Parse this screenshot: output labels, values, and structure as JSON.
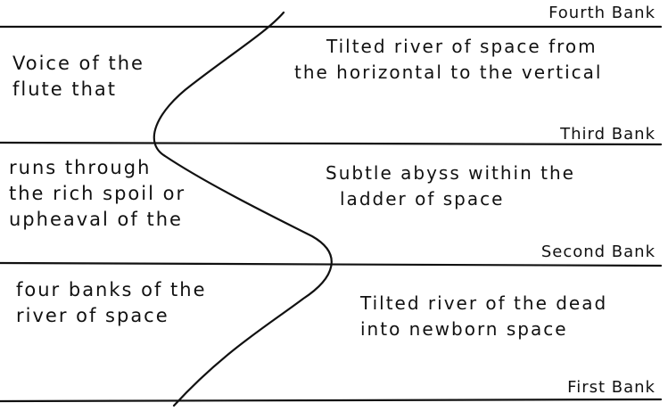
{
  "banks": {
    "fourth": "Fourth Bank",
    "third": "Third Bank",
    "second": "Second Bank",
    "first": "First Bank"
  },
  "left_text": {
    "top": [
      "Voice of the",
      "flute that"
    ],
    "middle": [
      "runs through",
      "the rich spoil or",
      "upheaval of the"
    ],
    "bottom": [
      "four banks of the",
      "river of space"
    ]
  },
  "right_text": {
    "top": [
      "Tilted river of space from",
      "the horizontal to the vertical"
    ],
    "middle": [
      "Subtle abyss within the",
      "ladder of space"
    ],
    "bottom": [
      "Tilted river of the dead",
      "into newborn space"
    ]
  },
  "colors": {
    "ink": "#111111",
    "paper": "#ffffff"
  }
}
